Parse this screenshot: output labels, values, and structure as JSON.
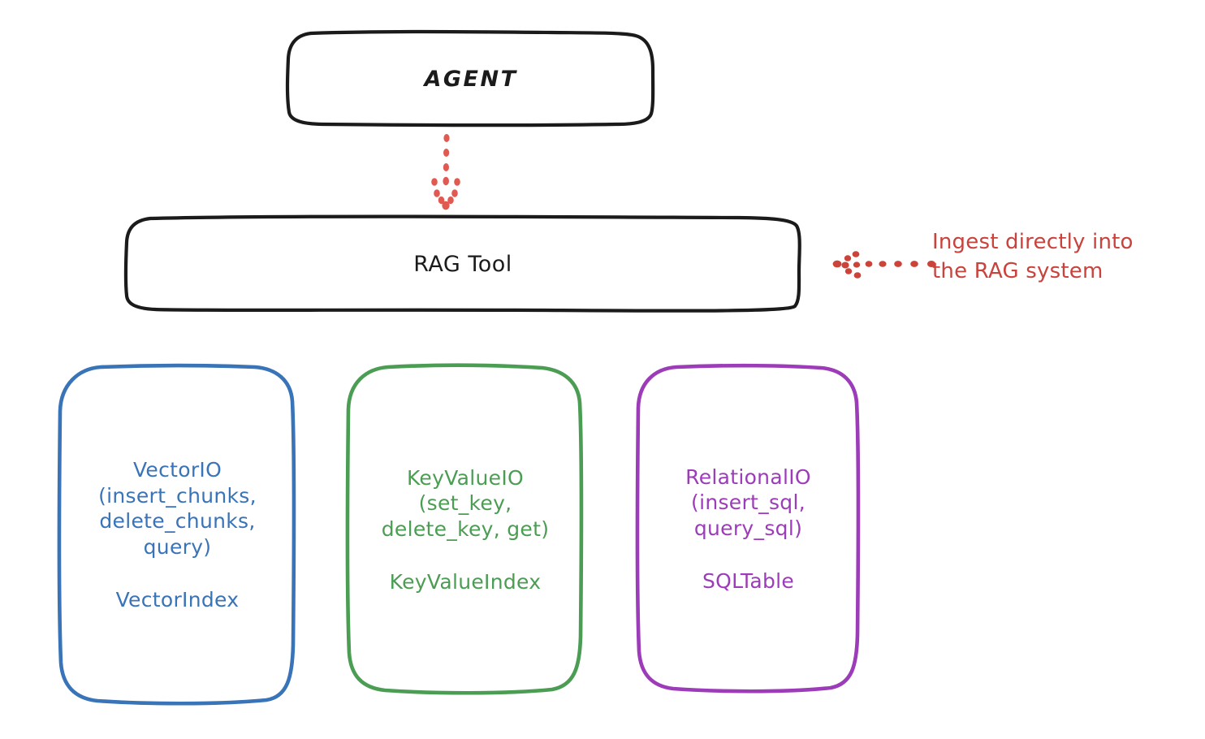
{
  "diagram": {
    "title_node": {
      "label": "AGENT"
    },
    "tool_node": {
      "label": "RAG Tool"
    },
    "providers": [
      {
        "id": "vectorio",
        "api_name": "VectorIO",
        "api_signature": "(insert_chunks,\ndelete_chunks,\nquery)",
        "index_name": "VectorIndex",
        "color": "#3973b8"
      },
      {
        "id": "keyvalueio",
        "api_name": "KeyValueIO",
        "api_signature": "(set_key,\ndelete_key, get)",
        "index_name": "KeyValueIndex",
        "color": "#4a9d52"
      },
      {
        "id": "relationalio",
        "api_name": "RelationalIO",
        "api_signature": "(insert_sql,\nquery_sql)",
        "index_name": "SQLTable",
        "color": "#9c3cb8"
      }
    ],
    "annotations": [
      {
        "id": "ingest",
        "text": "Ingest directly into\nthe RAG system",
        "color": "#c9423c"
      }
    ],
    "connectors": [
      {
        "id": "agent-to-rag",
        "style": "dotted-arrow",
        "direction": "down",
        "color": "#e05a52"
      },
      {
        "id": "ingest-to-rag",
        "style": "dotted-arrow",
        "direction": "left",
        "color": "#cc4339"
      }
    ],
    "colors": {
      "background": "#ffffff",
      "stroke_dark": "#1b1b1b",
      "blue": "#3973b8",
      "green": "#4a9d52",
      "purple": "#9c3cb8",
      "red": "#c9423c"
    }
  }
}
